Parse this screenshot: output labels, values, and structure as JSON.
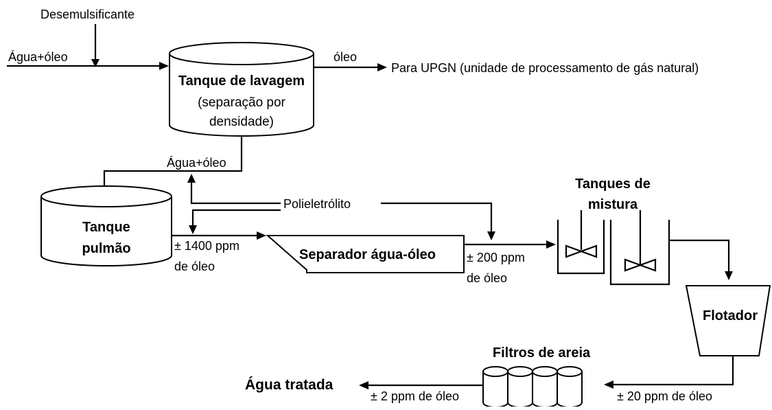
{
  "labels": {
    "desemulsificante": "Desemulsificante",
    "agua_oleo_in": "Água+óleo",
    "oleo_out": "óleo",
    "para_upgn": "Para UPGN (unidade de processamento de gás natural)",
    "tanque_lavagem": "Tanque de lavagem",
    "separacao_line1": "(separação por",
    "separacao_line2": "densidade)",
    "agua_oleo_mid": "Água+óleo",
    "tanque_pulmao_line1": "Tanque",
    "tanque_pulmao_line2": "pulmão",
    "polieletrolito": "Polieletrólito",
    "ppm1400_line1": "± 1400 ppm",
    "ppm1400_line2": "de óleo",
    "separador": "Separador água-óleo",
    "ppm200_line1": "± 200 ppm",
    "ppm200_line2": "de óleo",
    "tanques_mistura_line1": "Tanques de",
    "tanques_mistura_line2": "mistura",
    "flotador": "Flotador",
    "filtros_areia": "Filtros de areia",
    "agua_tratada": "Água tratada",
    "ppm2": "± 2 ppm de óleo",
    "ppm20": "± 20 ppm de óleo"
  }
}
